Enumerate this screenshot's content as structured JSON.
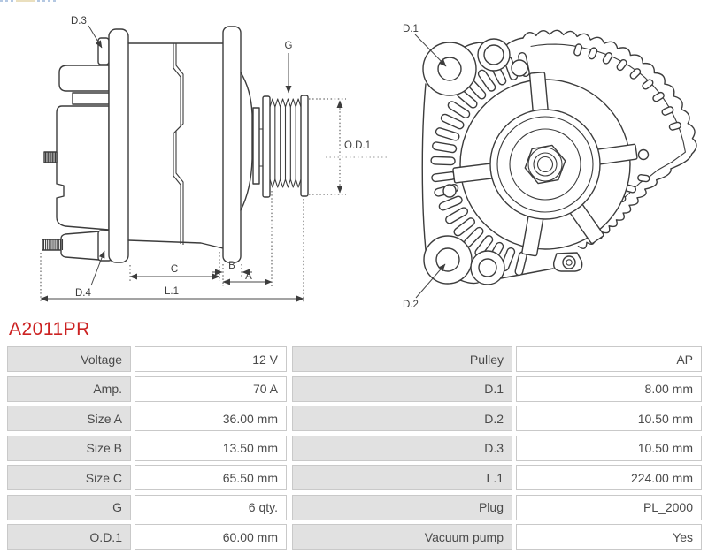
{
  "part_number": "A2011PR",
  "colors": {
    "part_number_red": "#cc2222",
    "table_label_bg": "#e1e1e1",
    "table_border": "#c9c9c9",
    "drawing_line": "#3c3c3c"
  },
  "diagram": {
    "labels": {
      "d1": "D.1",
      "d2": "D.2",
      "d3": "D.3",
      "d4": "D.4",
      "g": "G",
      "od1": "O.D.1",
      "a": "A",
      "b": "B",
      "c": "C",
      "l1": "L.1"
    }
  },
  "table": {
    "rows": [
      {
        "label_left": "Voltage",
        "value_left": "12 V",
        "label_right": "Pulley",
        "value_right": "AP"
      },
      {
        "label_left": "Amp.",
        "value_left": "70 A",
        "label_right": "D.1",
        "value_right": "8.00 mm"
      },
      {
        "label_left": "Size A",
        "value_left": "36.00 mm",
        "label_right": "D.2",
        "value_right": "10.50 mm"
      },
      {
        "label_left": "Size B",
        "value_left": "13.50 mm",
        "label_right": "D.3",
        "value_right": "10.50 mm"
      },
      {
        "label_left": "Size C",
        "value_left": "65.50 mm",
        "label_right": "L.1",
        "value_right": "224.00 mm"
      },
      {
        "label_left": "G",
        "value_left": "6 qty.",
        "label_right": "Plug",
        "value_right": "PL_2000"
      },
      {
        "label_left": "O.D.1",
        "value_left": "60.00 mm",
        "label_right": "Vacuum pump",
        "value_right": "Yes"
      }
    ]
  }
}
